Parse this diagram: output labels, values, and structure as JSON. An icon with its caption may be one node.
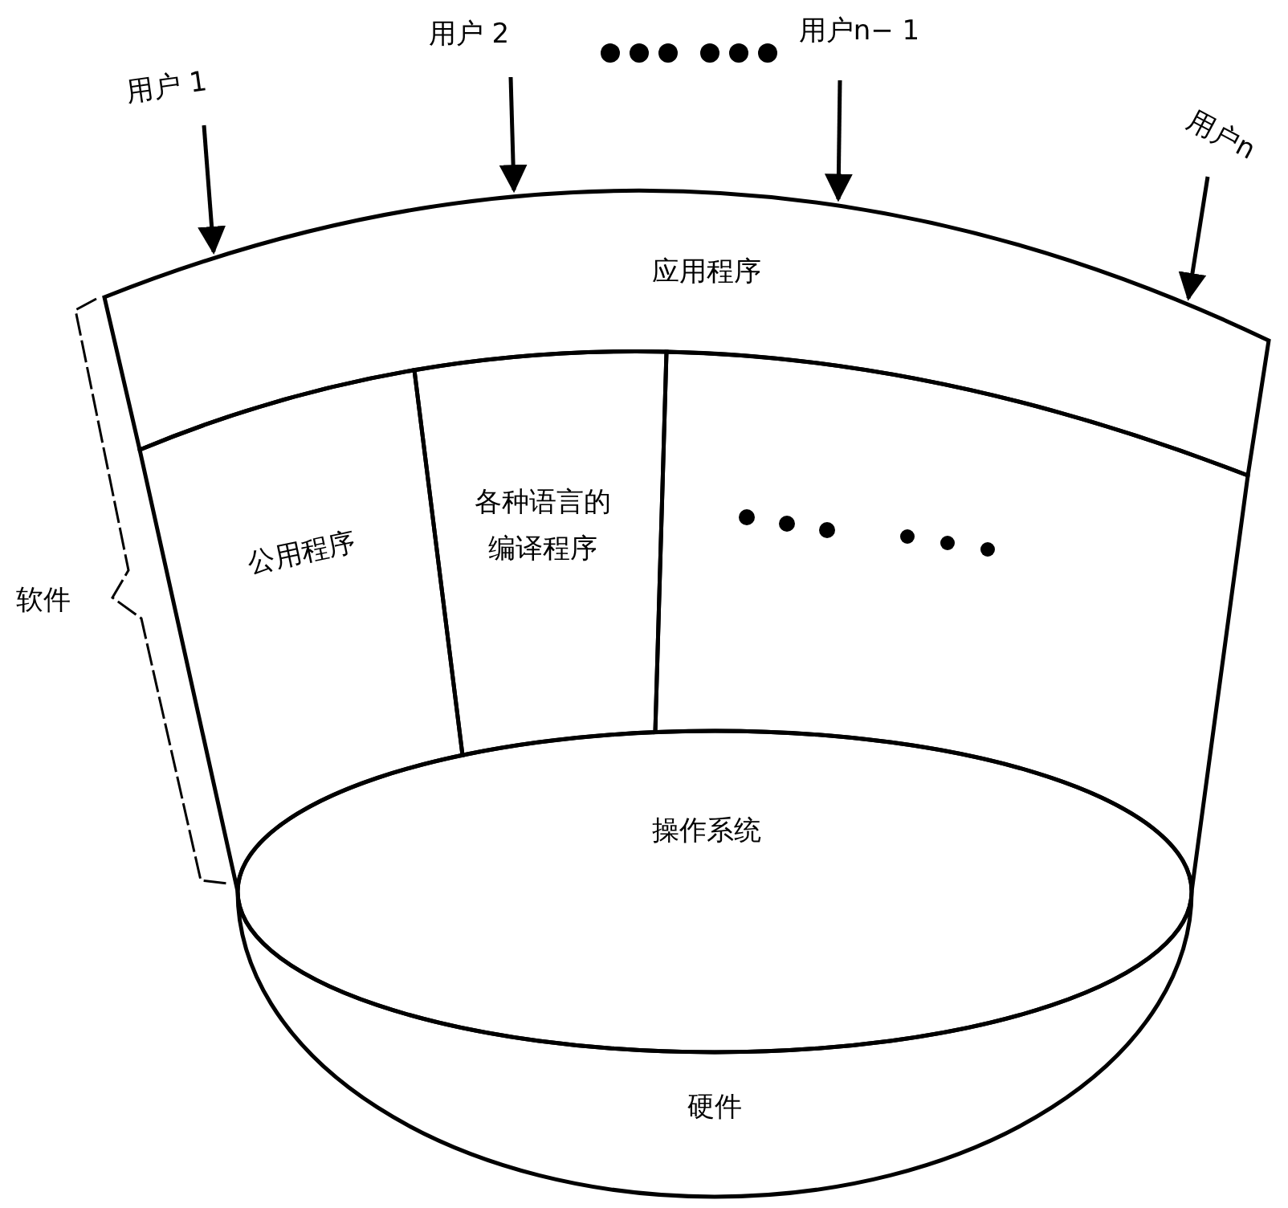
{
  "diagram": {
    "nodes": [
      {
        "text": [
          "用户 1"
        ]
      },
      {
        "text": [
          "用户 2"
        ]
      },
      {
        "text": [
          "用户n− 1"
        ]
      },
      {
        "text": [
          "用户n"
        ]
      },
      {
        "text": [
          "应用程序"
        ]
      },
      {
        "text": [
          "公用程序"
        ]
      },
      {
        "text": [
          "各种语言的编译程序"
        ]
      },
      {
        "text": [],
        "shape": "box"
      },
      {
        "text": [
          "操作系统"
        ]
      },
      {
        "text": [
          "硬件"
        ]
      }
    ],
    "edges": [
      {
        "from": 0,
        "to": 4,
        "arrow": "to"
      },
      {
        "from": 1,
        "to": 4,
        "arrow": "to"
      },
      {
        "from": 2,
        "to": 4,
        "arrow": "to"
      },
      {
        "from": 3,
        "to": 4,
        "arrow": "to"
      }
    ],
    "labels": [
      "软件"
    ]
  }
}
